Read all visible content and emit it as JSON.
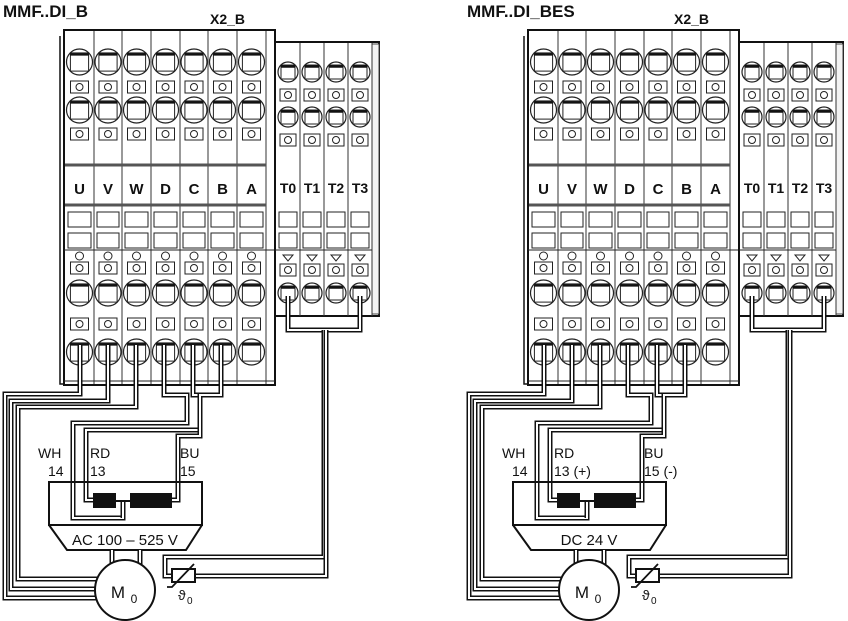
{
  "diagrams": [
    {
      "title": "MMF..DI_B",
      "connector": "X2_B",
      "terminals_main": [
        "U",
        "V",
        "W",
        "D",
        "C",
        "B",
        "A"
      ],
      "terminals_temp": [
        "T0",
        "T1",
        "T2",
        "T3"
      ],
      "wire_labels": {
        "wh": "WH",
        "wh_num": "14",
        "rd": "RD",
        "rd_num": "13",
        "bu": "BU",
        "bu_num": "15"
      },
      "supply": "AC 100 – 525 V",
      "motor": "M",
      "motor_sub": "0",
      "thermistor": "ϑ",
      "thermistor_sub": "0"
    },
    {
      "title": "MMF..DI_BES",
      "connector": "X2_B",
      "terminals_main": [
        "U",
        "V",
        "W",
        "D",
        "C",
        "B",
        "A"
      ],
      "terminals_temp": [
        "T0",
        "T1",
        "T2",
        "T3"
      ],
      "wire_labels": {
        "wh": "WH",
        "wh_num": "14",
        "rd": "RD",
        "rd_num": "13 (+)",
        "bu": "BU",
        "bu_num": "15 (-)"
      },
      "supply": "DC 24 V",
      "motor": "M",
      "motor_sub": "0",
      "thermistor": "ϑ",
      "thermistor_sub": "0"
    }
  ]
}
